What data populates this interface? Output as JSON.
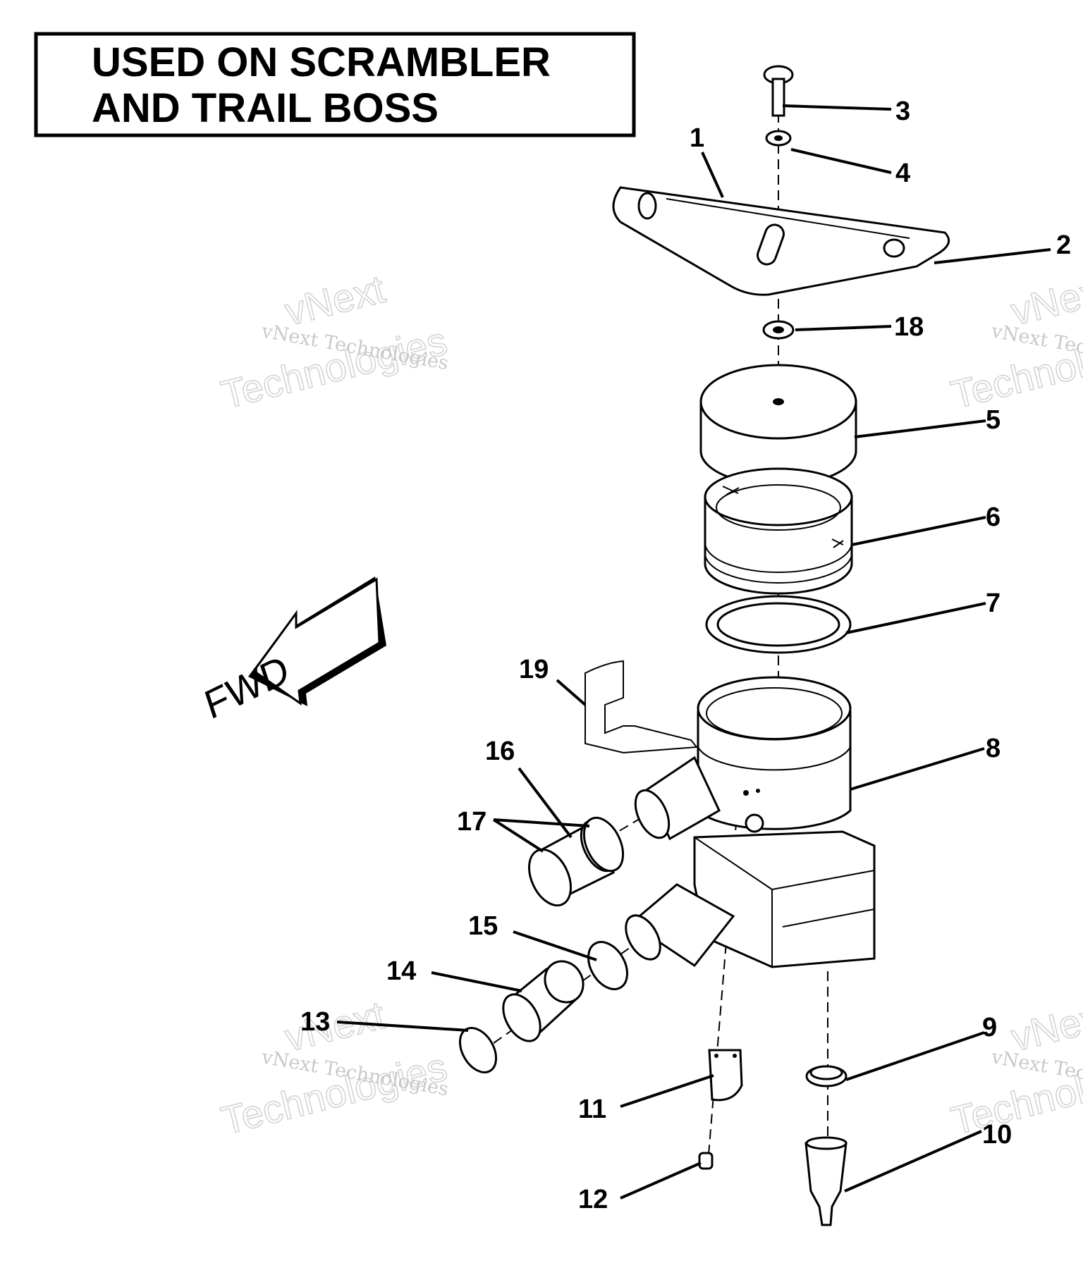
{
  "title": {
    "line1": "USED ON SCRAMBLER",
    "line2": "AND TRAIL BOSS"
  },
  "fwd_label": "FWD",
  "watermark": {
    "small": "vNext Technologies",
    "big1": "vNext",
    "big2": "Technologies"
  },
  "callouts": [
    "1",
    "2",
    "3",
    "4",
    "5",
    "6",
    "7",
    "8",
    "9",
    "10",
    "11",
    "12",
    "13",
    "14",
    "15",
    "16",
    "17",
    "18",
    "19"
  ]
}
